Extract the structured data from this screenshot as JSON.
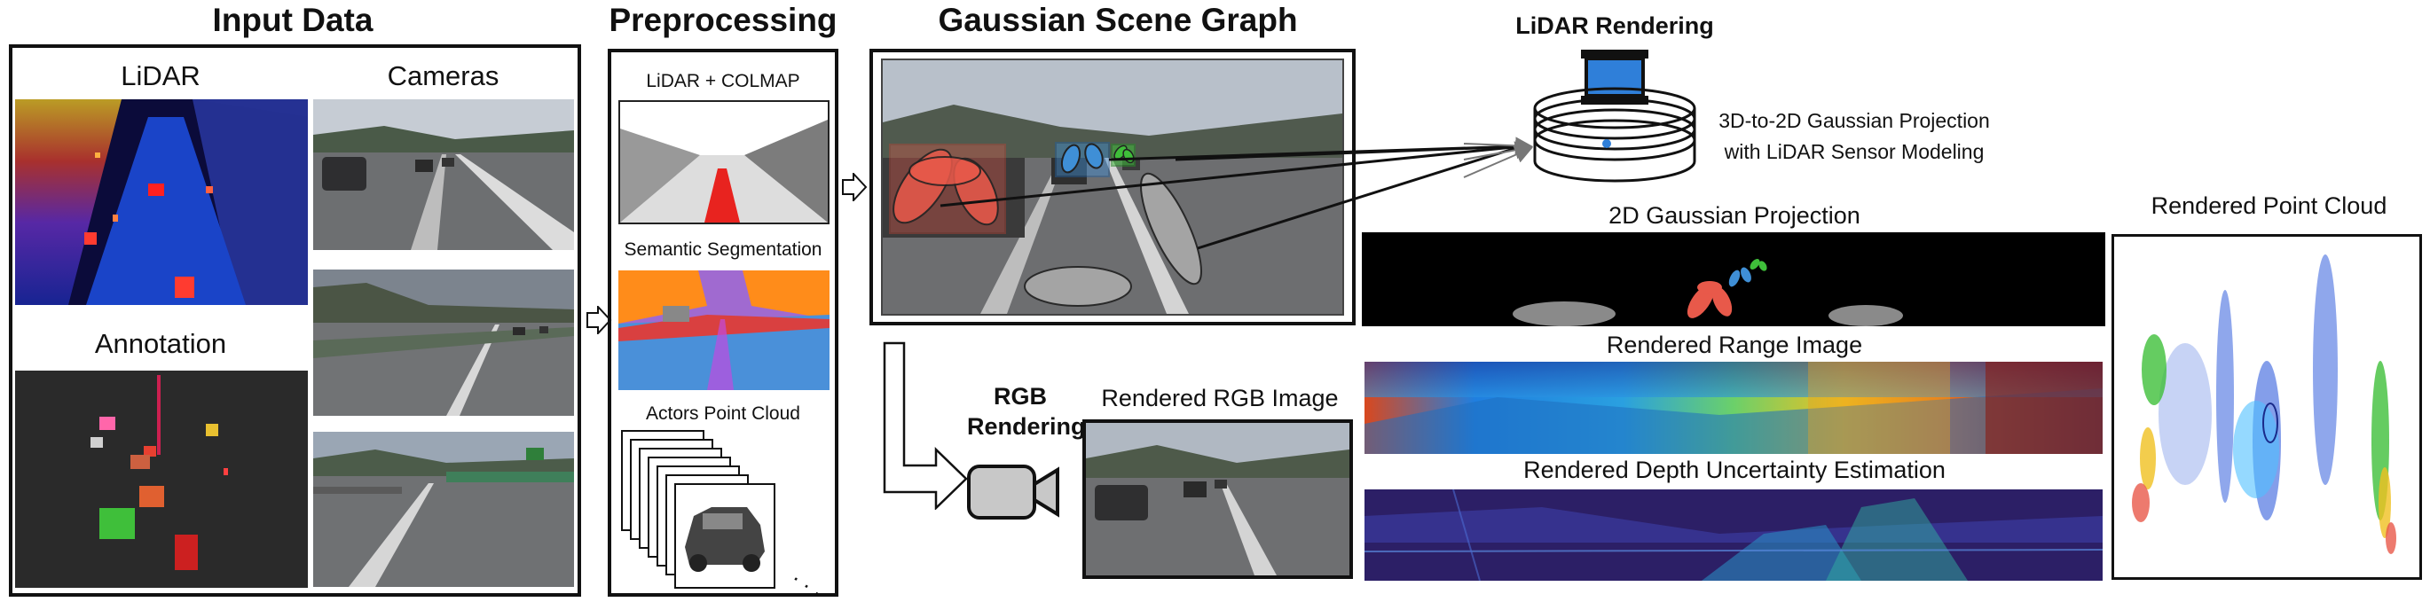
{
  "input_data": {
    "title": "Input Data",
    "lidar_label": "LiDAR",
    "cameras_label": "Cameras",
    "annotation_label": "Annotation"
  },
  "preprocessing": {
    "title": "Preprocessing",
    "lidar_colmap_label": "LiDAR + COLMAP",
    "semantic_label": "Semantic Segmentation",
    "actors_label": "Actors Point Cloud"
  },
  "scene_graph": {
    "title": "Gaussian Scene Graph"
  },
  "rgb": {
    "rendering_label_line1": "RGB",
    "rendering_label_line2": "Rendering",
    "rendered_label": "Rendered RGB Image"
  },
  "lidar_rendering": {
    "title": "LiDAR Rendering",
    "projection_line1": "3D-to-2D Gaussian Projection",
    "projection_line2": "with LiDAR Sensor Modeling"
  },
  "outputs": {
    "gaussian_projection_label": "2D Gaussian Projection",
    "range_image_label": "Rendered Range Image",
    "depth_uncertainty_label": "Rendered Depth Uncertainty Estimation",
    "point_cloud_label": "Rendered Point Cloud"
  },
  "colors": {
    "gaussian_red": "#e8594a",
    "gaussian_blue": "#3f8fd6",
    "gaussian_green": "#3fbf3a",
    "lidar_blue": "#2f7fd9"
  }
}
